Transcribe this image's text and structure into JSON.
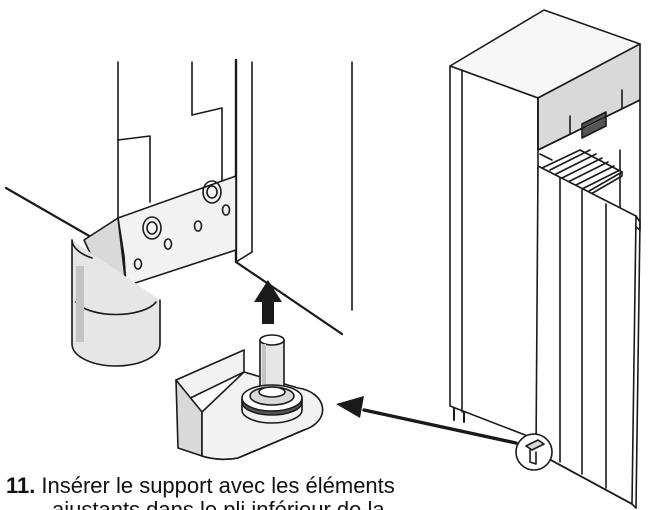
{
  "instruction": {
    "step_number": "11.",
    "line1": "Insérer le support avec les éléments",
    "line2": "ajustants dans le pli inférieur de la"
  },
  "colors": {
    "line": "#1a1a1a",
    "panel": "#d9d9d9",
    "shade": "#c4c4c4",
    "light": "#f2f2f2",
    "display": "#555555"
  },
  "icons": {
    "arrow_up": "up-arrow-icon",
    "arrow_pointer": "pointer-arrow-icon"
  }
}
